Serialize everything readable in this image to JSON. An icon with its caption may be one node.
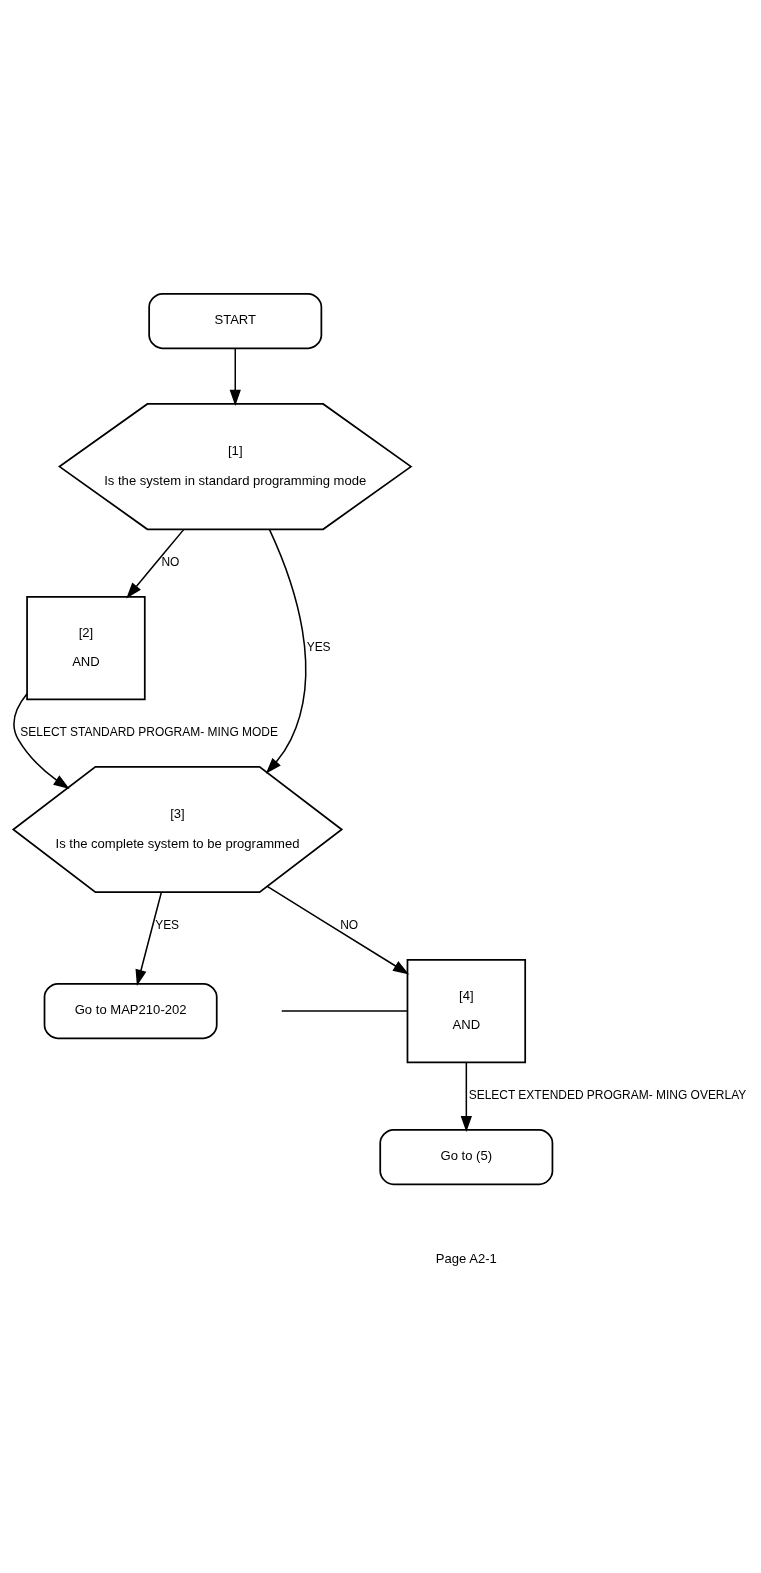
{
  "diagram": {
    "nodes": [
      {
        "text": [
          "START"
        ]
      },
      {
        "text": [
          "[1]",
          "Is the system in standard programming mode"
        ]
      },
      {
        "text": [
          "[2]",
          "AND"
        ]
      },
      {
        "text": [
          "[3]",
          "Is the complete system to be programmed"
        ]
      },
      {
        "text": [
          "Go to MAP210-202"
        ]
      },
      {
        "text": [
          "[4]",
          "AND"
        ]
      },
      {
        "text": [
          "Go to (5)"
        ]
      }
    ],
    "edges": [
      {
        "from": 0,
        "to": 1,
        "arrow": "to"
      },
      {
        "from": 1,
        "to": 2,
        "arrow": "to",
        "label": "NO"
      },
      {
        "from": 1,
        "to": 3,
        "arrow": "to",
        "label": "YES"
      },
      {
        "from": 2,
        "to": 3,
        "arrow": "to",
        "label": "SELECT STANDARD PROGRAM- MING MODE"
      },
      {
        "from": 3,
        "to": 4,
        "arrow": "to",
        "label": "YES"
      },
      {
        "from": 3,
        "to": 5,
        "arrow": "to",
        "label": "NO"
      },
      {
        "from": null,
        "to": 5,
        "arrow": "none"
      },
      {
        "from": 5,
        "to": 6,
        "arrow": "to",
        "label": "SELECT EXTENDED PROGRAM- MING OVERLAY"
      }
    ],
    "labels": [
      "Page A2-1"
    ]
  }
}
